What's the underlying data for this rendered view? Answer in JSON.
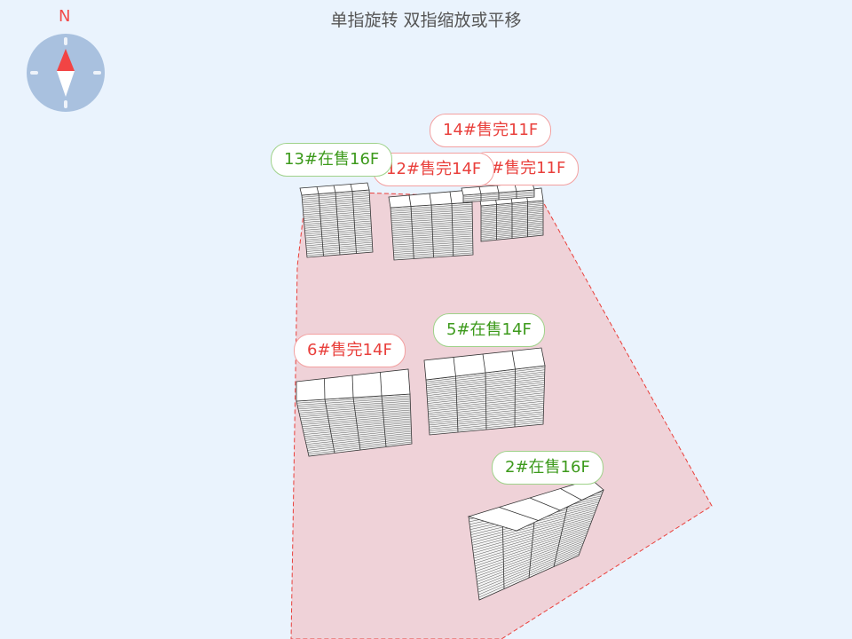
{
  "header": {
    "hint": "单指旋转 双指缩放或平移"
  },
  "compass": {
    "north_label": "N",
    "icon": "compass-icon"
  },
  "colors": {
    "sold": "#e9403c",
    "on_sale": "#3d9a1c",
    "site_fill": "#efd2d8",
    "site_border": "#e9403c"
  },
  "buildings": [
    {
      "id": "b14",
      "label": "14#售完11F",
      "status": "sold"
    },
    {
      "id": "b11",
      "label": "#售完11F",
      "status": "sold"
    },
    {
      "id": "b12",
      "label": "12#售完14F",
      "status": "sold"
    },
    {
      "id": "b13",
      "label": "13#在售16F",
      "status": "on_sale"
    },
    {
      "id": "b5",
      "label": "5#在售14F",
      "status": "on_sale"
    },
    {
      "id": "b6",
      "label": "6#售完14F",
      "status": "sold"
    },
    {
      "id": "b2",
      "label": "2#在售16F",
      "status": "on_sale"
    }
  ]
}
